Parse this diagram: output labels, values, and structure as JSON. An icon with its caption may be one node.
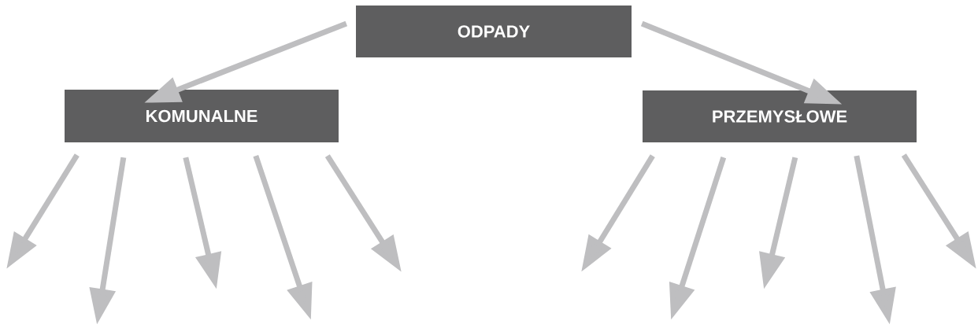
{
  "diagram": {
    "nodes": [
      {
        "text": [
          "ODPADY"
        ]
      },
      {
        "text": [
          "KOMUNALNE"
        ]
      },
      {
        "text": [
          "PRZEMYSŁOWE"
        ]
      }
    ],
    "edges": [
      {
        "from": 0,
        "to": 1,
        "arrow": "to"
      },
      {
        "from": 0,
        "to": 2,
        "arrow": "to"
      },
      {
        "from": 1,
        "to": null,
        "arrow": "to"
      },
      {
        "from": 1,
        "to": null,
        "arrow": "to"
      },
      {
        "from": 1,
        "to": null,
        "arrow": "to"
      },
      {
        "from": 1,
        "to": null,
        "arrow": "to"
      },
      {
        "from": 1,
        "to": null,
        "arrow": "to"
      },
      {
        "from": 2,
        "to": null,
        "arrow": "to"
      },
      {
        "from": 2,
        "to": null,
        "arrow": "to"
      },
      {
        "from": 2,
        "to": null,
        "arrow": "to"
      },
      {
        "from": 2,
        "to": null,
        "arrow": "to"
      },
      {
        "from": 2,
        "to": null,
        "arrow": "to"
      }
    ]
  }
}
